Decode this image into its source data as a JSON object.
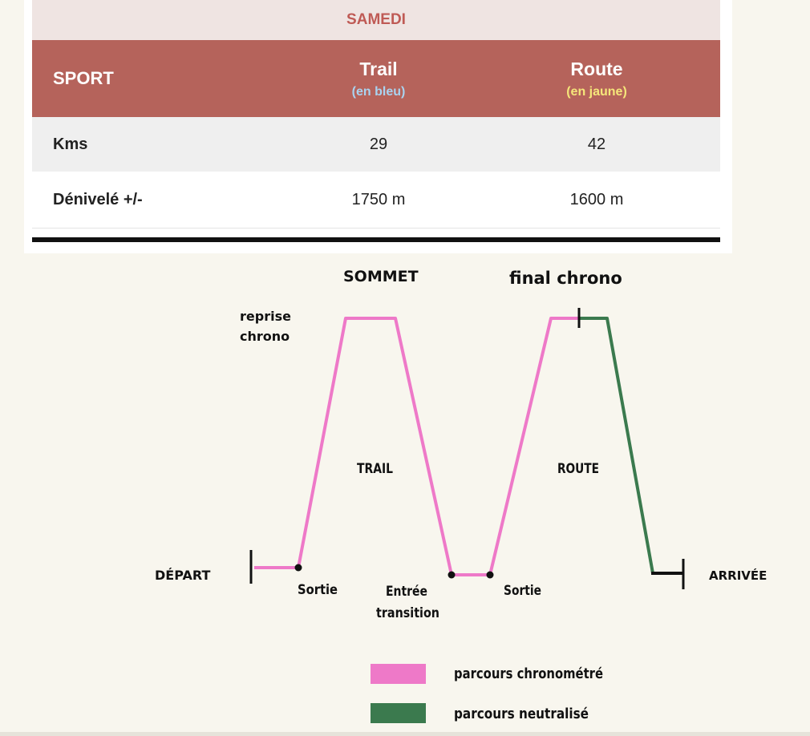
{
  "table": {
    "day": "SAMEDI",
    "header": {
      "sport_label": "SPORT",
      "trail_title": "Trail",
      "trail_sub": "(en bleu)",
      "route_title": "Route",
      "route_sub": "(en jaune)"
    },
    "rows": [
      {
        "label": "Kms",
        "trail": "29",
        "route": "42"
      },
      {
        "label": "Dénivelé +/-",
        "trail": "1750 m",
        "route": "1600 m"
      }
    ],
    "colors": {
      "header_bg": "#b5635b",
      "day_text": "#bf5a55",
      "trail_sub": "#a9d3f0",
      "route_sub": "#f5e67a"
    }
  },
  "diagram": {
    "labels": {
      "sommet": "SOMMET",
      "final_chrono": "final chrono",
      "reprise_line1": "reprise",
      "reprise_line2": "chrono",
      "trail": "TRAIL",
      "route": "ROUTE",
      "depart": "DÉPART",
      "arrivee": "ARRIVÉE",
      "sortie1": "Sortie",
      "entree_line1": "Entrée",
      "entree_line2": "transition",
      "sortie2": "Sortie"
    },
    "legend": [
      {
        "label": "parcours chronométré",
        "color": "#ee79c8"
      },
      {
        "label": "parcours neutralisé",
        "color": "#3b7a4e"
      }
    ]
  }
}
